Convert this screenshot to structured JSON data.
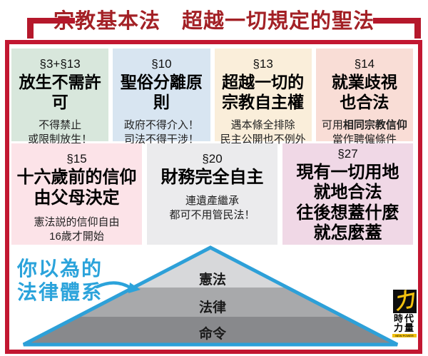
{
  "header": {
    "title": "宗教基本法　超越一切規定的聖法"
  },
  "colors": {
    "title_red": "#a32126",
    "bracket_red": "#b5182b",
    "frame_red": "#c21731"
  },
  "cards": [
    {
      "section": "§3+§13",
      "title_lines": [
        "放生不需許可"
      ],
      "sub_lines": [
        "不得禁止",
        "或限制放生！"
      ],
      "bg": "#d8e7dc"
    },
    {
      "section": "§10",
      "title_lines": [
        "聖俗分離原則"
      ],
      "sub_lines": [
        "政府不得介入！",
        "司法不得干涉！"
      ],
      "bg": "#d8e5f1"
    },
    {
      "section": "§13",
      "title_lines": [
        "超越一切的",
        "宗教自主權"
      ],
      "sub_lines": [
        "遇本條全排除",
        "民主公開也不例外"
      ],
      "bg": "#faeeda"
    },
    {
      "section": "§14",
      "title_lines": [
        "就業歧視",
        "也合法"
      ],
      "sub_prefix": "可用",
      "sub_bold": "相同宗教信仰",
      "sub_line2": "當作聘僱條件",
      "bg": "#f9ddd6"
    },
    {
      "section": "§15",
      "title_lines": [
        "十六歲前的信仰",
        "由父母決定"
      ],
      "sub_lines": [
        "憲法説的信仰自由",
        "16歲才開始"
      ],
      "bg": "#fce3e8"
    },
    {
      "section": "§20",
      "title_lines": [
        "財務完全自主"
      ],
      "sub_lines": [
        "連遺產繼承",
        "都可不用管民法！"
      ],
      "bg": "#ebebed"
    },
    {
      "section": "§27",
      "title_lines": [
        "現有一切用地",
        "就地合法",
        "往後想蓋什麼",
        "就怎麼蓋"
      ],
      "sub_lines": [],
      "bg": "#f0d8e6"
    }
  ],
  "pyramid": {
    "label": "你以為的\n法律體系",
    "levels": [
      "憲法",
      "法律",
      "命令"
    ],
    "colors": {
      "border": "#2da0d8",
      "top": "#d7d8da",
      "middle": "#a8a9ab",
      "bottom": "#88898c",
      "label": "#2ba3db"
    }
  },
  "logo": {
    "glyph": "力",
    "name": "時代\n力量",
    "subtext": "NEW POWER PARTY",
    "yellow": "#f2c10e"
  }
}
